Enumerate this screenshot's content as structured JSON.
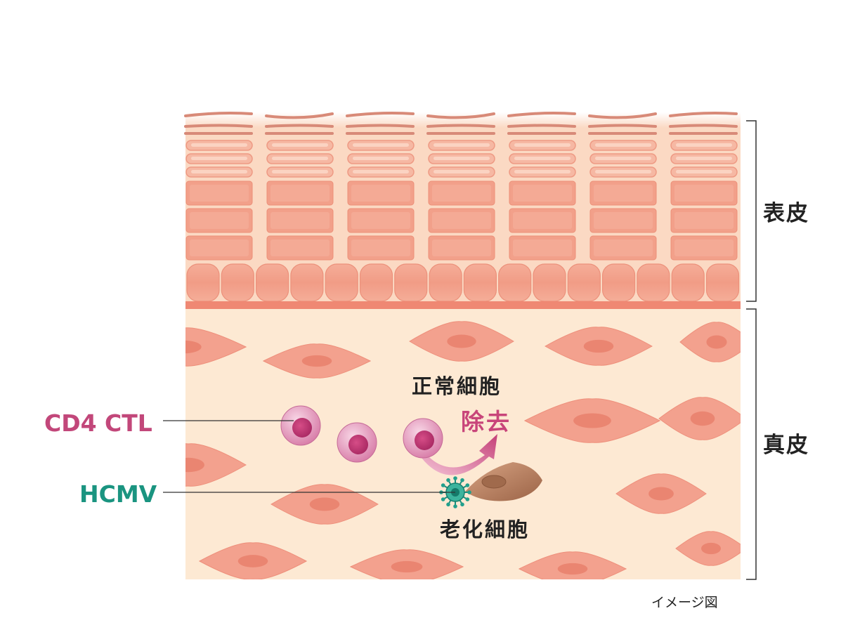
{
  "labels": {
    "epidermis": "表皮",
    "dermis": "真皮",
    "normal_cell": "正常細胞",
    "removal": "除去",
    "senescent_cell": "老化細胞",
    "cd4_ctl": "CD4 CTL",
    "hcmv": "HCMV",
    "image_note": "イメージ図"
  },
  "colors": {
    "epidermis_bg": "#fbd9c3",
    "brick": "#f1a18c",
    "brick_light": "#f6bca8",
    "membrane": "#ef8873",
    "dermis_bg": "#fde9d3",
    "fibroblast": "#f3a18e",
    "fibroblast_nucleus": "#e98672",
    "ctl_outer": "#d77aa6",
    "ctl_inner": "#b8306a",
    "arrow": "#c8457a",
    "senescent": "#b97f5e",
    "virus": "#1a8f7d",
    "cd4_text": "#c2477a",
    "hcmv_text": "#1a9480",
    "bracket": "#333333"
  }
}
